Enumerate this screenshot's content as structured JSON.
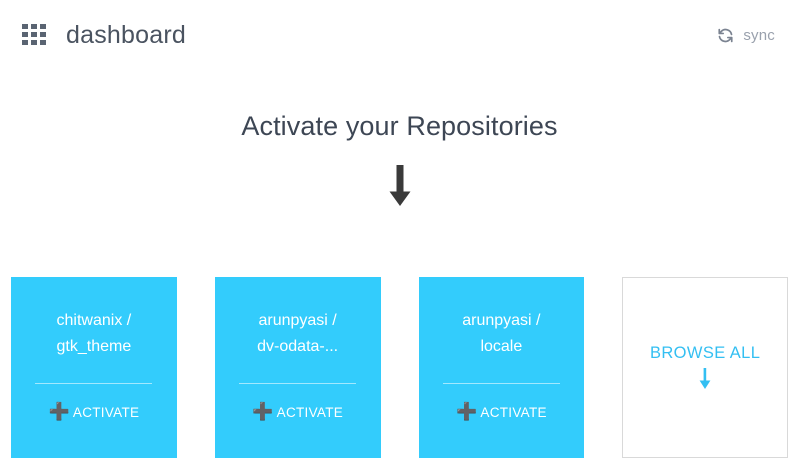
{
  "header": {
    "menu_icon": "grid-menu-icon",
    "title": "dashboard",
    "sync": {
      "icon": "sync-refresh-icon",
      "label": "sync"
    }
  },
  "hero": {
    "title": "Activate your Repositories",
    "arrow_icon": "arrow-down-icon"
  },
  "cards": [
    {
      "owner": "chitwanix",
      "repo": "gtk_theme",
      "name": "chitwanix /\ngtk_theme",
      "action_label": "ACTIVATE",
      "action_icon": "plus-icon",
      "color": "#33ccfc"
    },
    {
      "owner": "arunpyasi",
      "repo": "dv-odata-...",
      "name": "arunpyasi /\ndv-odata-...",
      "action_label": "ACTIVATE",
      "action_icon": "plus-icon",
      "color": "#33ccfc"
    },
    {
      "owner": "arunpyasi",
      "repo": "locale",
      "name": "arunpyasi /\nlocale",
      "action_label": "ACTIVATE",
      "action_icon": "plus-icon",
      "color": "#33ccfc"
    }
  ],
  "browse_all": {
    "label": "BROWSE ALL",
    "arrow_icon": "arrow-down-icon",
    "accent_color": "#33bff2"
  },
  "theme": {
    "page_background": "#ffffff",
    "card_accent": "#33ccfc",
    "text_primary": "#3d4654",
    "text_muted": "#9aa1ad",
    "border": "#d9d9d9"
  }
}
